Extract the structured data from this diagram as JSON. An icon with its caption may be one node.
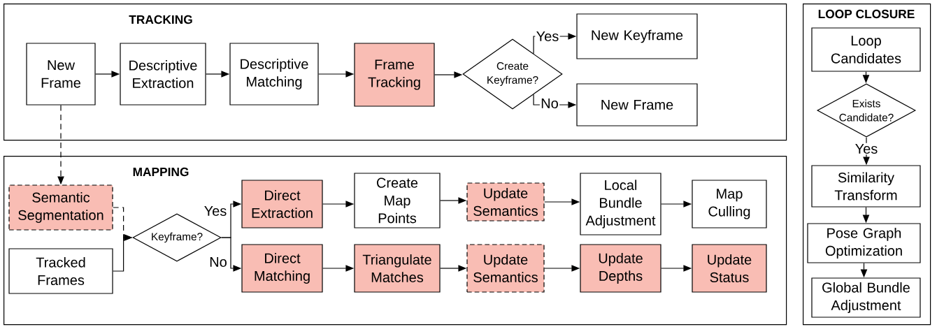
{
  "diagram": {
    "nodes": [
      {
        "text": [
          "TRACKING"
        ]
      },
      {
        "text": [
          "New Frame"
        ],
        "in": 0
      },
      {
        "text": [
          "Descriptive Extraction"
        ],
        "in": 0
      },
      {
        "text": [
          "Descriptive Matching"
        ],
        "in": 0
      },
      {
        "text": [
          "Frame Tracking"
        ],
        "in": 0
      },
      {
        "text": [
          "Create Keyframe?"
        ],
        "in": 0
      },
      {
        "text": [
          "New Keyframe"
        ],
        "in": 0
      },
      {
        "text": [
          "New Frame"
        ],
        "in": 0
      },
      {
        "text": [
          "MAPPING"
        ]
      },
      {
        "text": [
          "Semantic Segmentation"
        ],
        "in": 8
      },
      {
        "text": [
          "Tracked Frames"
        ],
        "in": 8
      },
      {
        "text": [
          "Keyframe?"
        ],
        "in": 8
      },
      {
        "text": [
          "Direct Extraction"
        ],
        "in": 8
      },
      {
        "text": [
          "Create Map Points"
        ],
        "in": 8
      },
      {
        "text": [
          "Update Semantics"
        ],
        "in": 8
      },
      {
        "text": [
          "Local Bundle Adjustment"
        ],
        "in": 8
      },
      {
        "text": [
          "Map Culling"
        ],
        "in": 8
      },
      {
        "text": [
          "Direct Matching"
        ],
        "in": 8
      },
      {
        "text": [
          "Triangulate Matches"
        ],
        "in": 8
      },
      {
        "text": [
          "Update Semantics"
        ],
        "in": 8
      },
      {
        "text": [
          "Update Depths"
        ],
        "in": 8
      },
      {
        "text": [
          "Update Status"
        ],
        "in": 8
      },
      {
        "text": [
          "LOOP CLOSURE"
        ]
      },
      {
        "text": [
          "Loop Candidates"
        ],
        "in": 22
      },
      {
        "text": [
          "Exists Candidate?"
        ],
        "in": 22
      },
      {
        "text": [
          "Similarity Transform"
        ],
        "in": 22
      },
      {
        "text": [
          "Pose Graph Optimization"
        ],
        "in": 22
      },
      {
        "text": [
          "Global Bundle Adjustment"
        ],
        "in": 22
      }
    ],
    "edges": [
      {
        "from": 1,
        "to": 2,
        "arrow": "to"
      },
      {
        "from": 2,
        "to": 3,
        "arrow": "to"
      },
      {
        "from": 3,
        "to": 4,
        "arrow": "to"
      },
      {
        "from": 4,
        "to": 5,
        "arrow": "to"
      },
      {
        "from": 5,
        "to": 6,
        "arrow": "to",
        "label": "Yes"
      },
      {
        "from": 5,
        "to": 7,
        "arrow": "to",
        "label": "No"
      },
      {
        "from": 1,
        "to": 9,
        "arrow": "to",
        "style": "dashed"
      },
      {
        "from": 9,
        "to": 11,
        "arrow": "to",
        "style": "dashed"
      },
      {
        "from": 10,
        "to": 11,
        "arrow": "to"
      },
      {
        "from": 11,
        "to": 12,
        "arrow": "to",
        "label": "Yes"
      },
      {
        "from": 11,
        "to": 17,
        "arrow": "to",
        "label": "No"
      },
      {
        "from": 12,
        "to": 13,
        "arrow": "to"
      },
      {
        "from": 13,
        "to": 14,
        "arrow": "to"
      },
      {
        "from": 14,
        "to": 15,
        "arrow": "to"
      },
      {
        "from": 15,
        "to": 16,
        "arrow": "to"
      },
      {
        "from": 17,
        "to": 18,
        "arrow": "to"
      },
      {
        "from": 18,
        "to": 19,
        "arrow": "to"
      },
      {
        "from": 19,
        "to": 20,
        "arrow": "to"
      },
      {
        "from": 20,
        "to": 21,
        "arrow": "to"
      },
      {
        "from": 23,
        "to": 24,
        "arrow": "to"
      },
      {
        "from": 24,
        "to": 25,
        "arrow": "to",
        "label": "Yes"
      },
      {
        "from": 25,
        "to": 26,
        "arrow": "to"
      },
      {
        "from": 26,
        "to": 27,
        "arrow": "to"
      }
    ]
  }
}
